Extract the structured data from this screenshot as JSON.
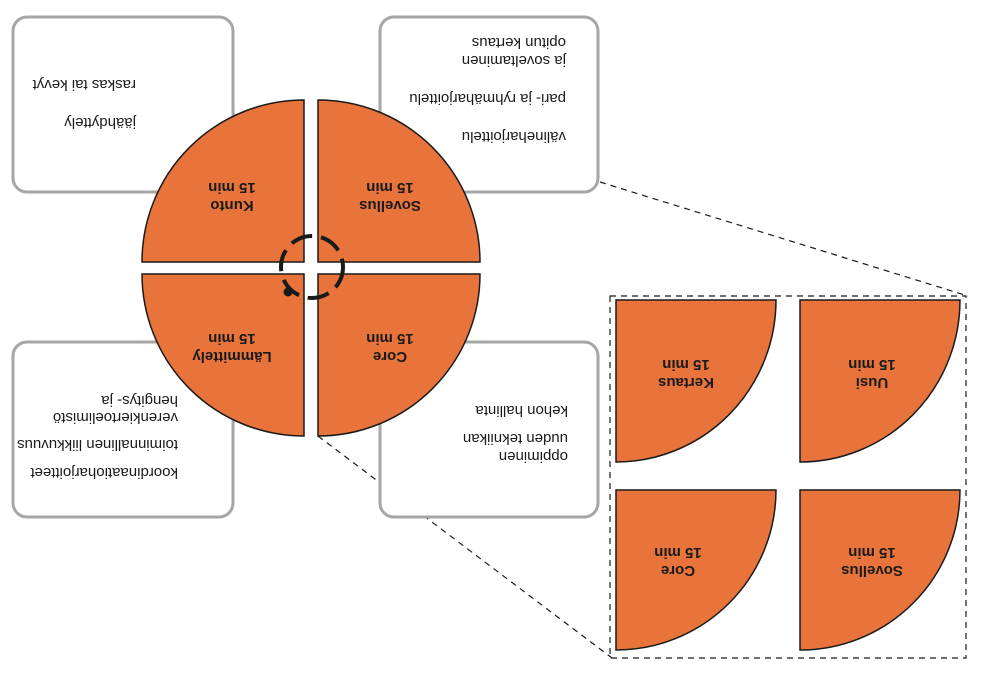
{
  "colors": {
    "segment_fill": "#e8743b",
    "box_stroke": "#a6a6a6",
    "outline": "#1a1a1a"
  },
  "wheel": {
    "kunto": {
      "name": "Kunto",
      "time": "15 min"
    },
    "sovellus": {
      "name": "Sovellus",
      "time": "15 min"
    },
    "lammittely": {
      "name": "Lämmittely",
      "time": "15 min"
    },
    "core": {
      "name": "Core",
      "time": "15 min"
    },
    "cycle_icon": "circular-arrow-icon"
  },
  "boxes": {
    "kunto": {
      "lines": [
        "jäähdyttely",
        "raskas tai kevyt"
      ]
    },
    "sovellus": {
      "lines": [
        "välineharjoittelu",
        "pari- ja ryhmäharjoittelu",
        "ja soveltaminen",
        "opitun kertaus"
      ]
    },
    "lammittely": {
      "lines": [
        "koordinaatioharjoitteet",
        "toiminnallinen liikkuvuus",
        "verenkiertoelimistö",
        "hengitys- ja"
      ]
    },
    "core": {
      "lines": [
        "oppiminen",
        "uuden tekniikan",
        "kehon hallinta"
      ]
    }
  },
  "detail": {
    "kertaus": {
      "name": "Kertaus",
      "time": "15 min"
    },
    "uusi": {
      "name": "Uusi",
      "time": "15 min"
    },
    "core": {
      "name": "Core",
      "time": "15 min"
    },
    "sovellus": {
      "name": "Sovellus",
      "time": "15 min"
    }
  }
}
